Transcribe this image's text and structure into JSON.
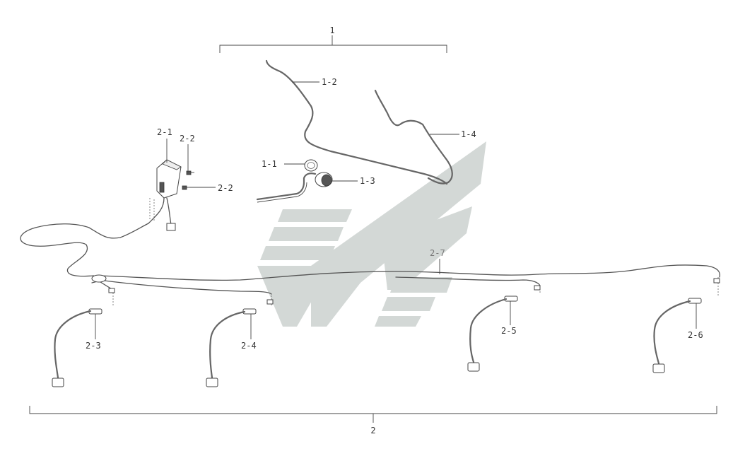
{
  "labels": {
    "group1": "1",
    "group2": "2",
    "p1_1": "1-1",
    "p1_2": "1-2",
    "p1_3": "1-3",
    "p1_4": "1-4",
    "p2_1": "2-1",
    "p2_2a": "2-2",
    "p2_2b": "2-2",
    "p2_3": "2-3",
    "p2_4": "2-4",
    "p2_5": "2-5",
    "p2_6": "2-6",
    "p2_7": "2-7"
  },
  "colors": {
    "watermark": "#d3d8d6",
    "line": "#555555",
    "label": "#333333"
  }
}
